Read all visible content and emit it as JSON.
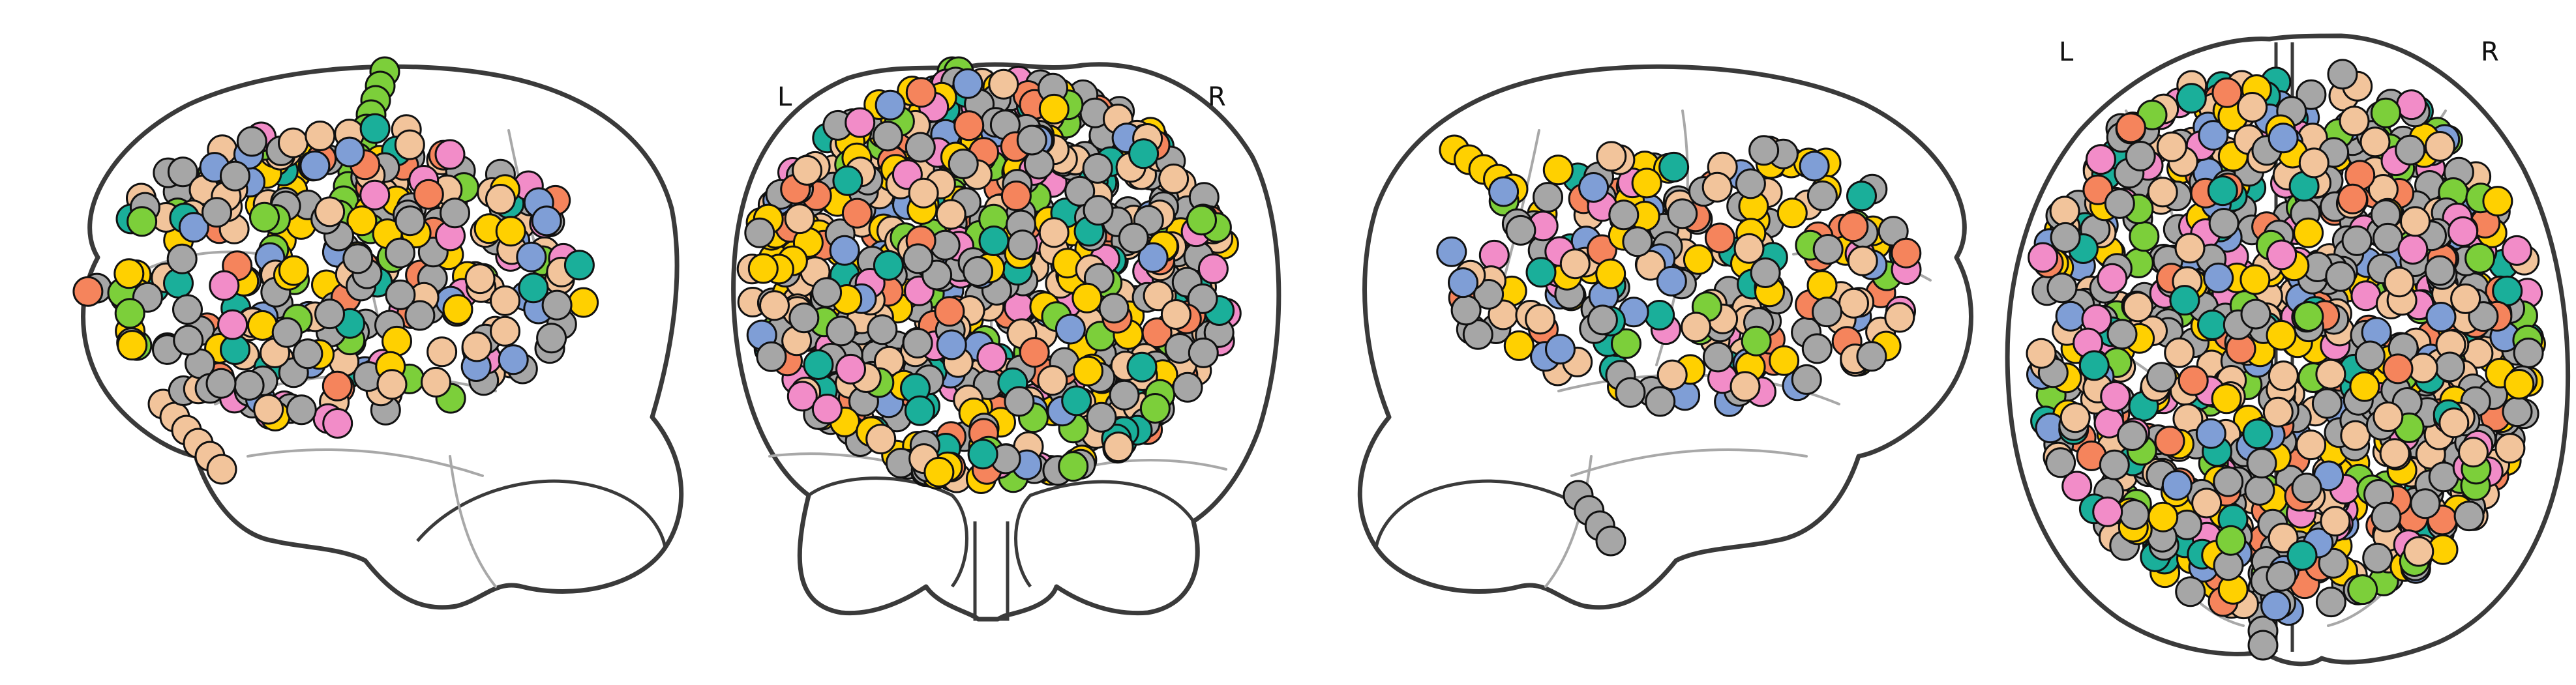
{
  "views": [
    {
      "name": "left-sagittal",
      "labels": []
    },
    {
      "name": "coronal",
      "labels": [
        "L",
        "R"
      ]
    },
    {
      "name": "right-sagittal",
      "labels": []
    },
    {
      "name": "axial",
      "labels": [
        "L",
        "R"
      ]
    }
  ],
  "colors": {
    "gray": "#a6a6a6",
    "peach": "#f2c49b",
    "yellow": "#ffd000",
    "green": "#7ccf3a",
    "pink": "#f28cc8",
    "teal": "#1aaf9a",
    "blue": "#7f9ed6",
    "orange": "#f5845c",
    "black": "#111111"
  },
  "color_mix": [
    "gray",
    "gray",
    "gray",
    "gray",
    "peach",
    "peach",
    "peach",
    "yellow",
    "yellow",
    "green",
    "pink",
    "teal",
    "blue",
    "orange"
  ]
}
